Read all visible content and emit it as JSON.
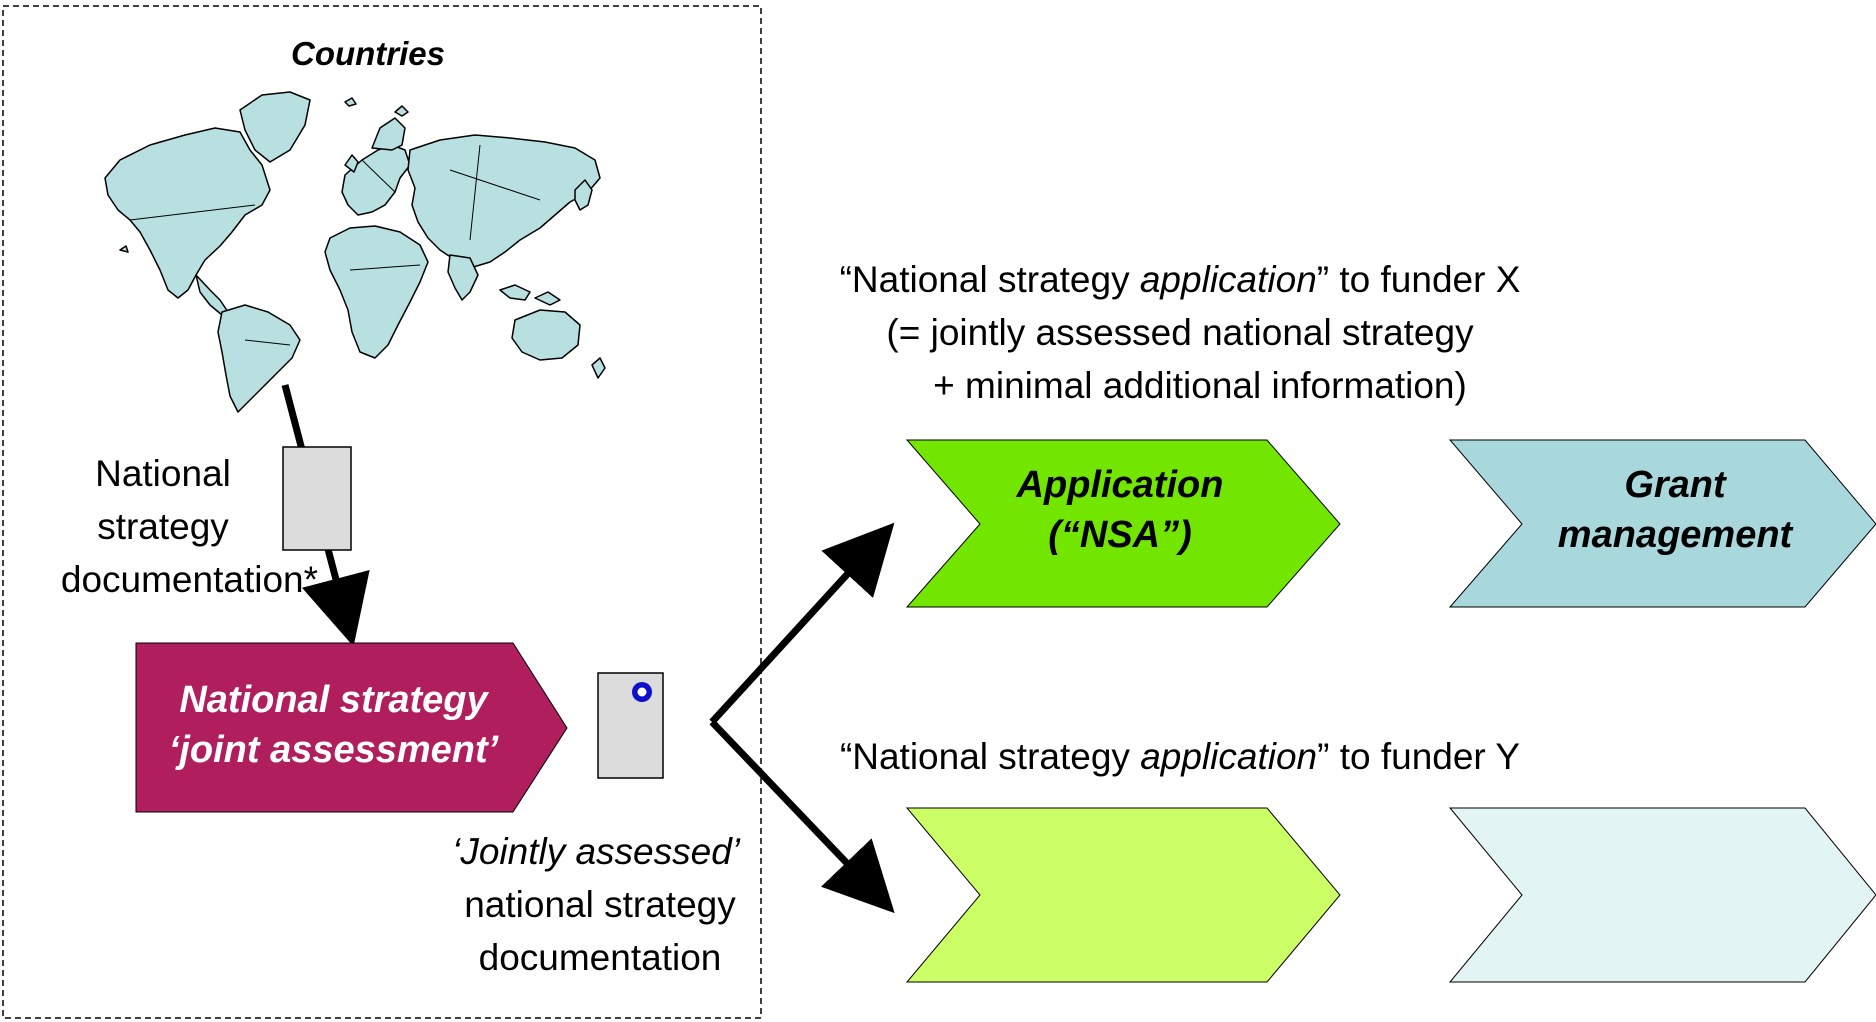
{
  "colors": {
    "joint_assessment_fill": "#b01e5e",
    "application_x_fill": "#73e600",
    "grant_x_fill": "#a8d8dc",
    "application_y_fill": "#ccff66",
    "grant_y_fill": "#e2f4f4",
    "map_land": "#b8e0e0",
    "document_fill": "#dcdcdc",
    "document_marker": "#1010c8"
  },
  "region": {
    "title": "Countries"
  },
  "doc_label": {
    "line1": "National",
    "line2": "strategy",
    "line3": "documentation*"
  },
  "joint_assessment": {
    "line1": "National strategy",
    "line2": "‘joint assessment’"
  },
  "assessed_doc": {
    "line1_italic": "‘Jointly assessed’",
    "line2": "national strategy",
    "line3": "documentation"
  },
  "funder_x": {
    "caption_prefix": "“National strategy ",
    "caption_italic": "application",
    "caption_suffix": "” to funder X",
    "caption_line2": "(= jointly assessed national strategy",
    "caption_line3": "+ minimal additional information)",
    "application_line1": "Application",
    "application_line2": "(“NSA”)",
    "grant_line1": "Grant",
    "grant_line2": "management"
  },
  "funder_y": {
    "caption_prefix": "“National strategy ",
    "caption_italic": "application",
    "caption_suffix": "” to funder Y"
  },
  "icons": {
    "map": "world-map-icon",
    "document": "document-icon",
    "document_marked": "document-with-seal-icon"
  }
}
